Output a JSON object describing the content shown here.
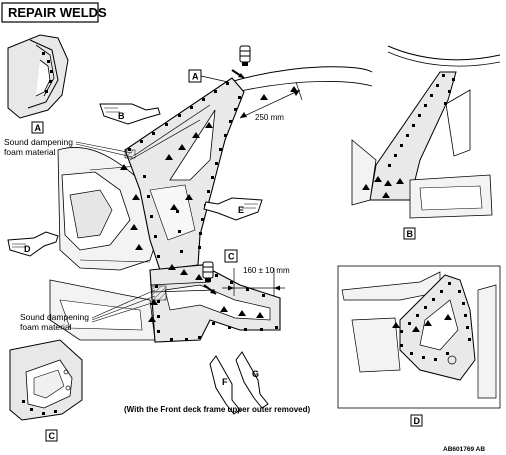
{
  "title": "REPAIR WELDS",
  "labels": {
    "foam_top": [
      "Sound dampening",
      "foam material"
    ],
    "foam_bottom": [
      "Sound dampening",
      "foam material"
    ],
    "dim_upper": "250 mm",
    "dim_lower": "160 ± 10 mm",
    "caption": "(With the Front deck frame upper outer removed)",
    "reference": "AB601769 AB"
  },
  "view_labels": {
    "a_main": "A",
    "a_inset": "A",
    "b_hand": "B",
    "b_inset": "B",
    "c_main": "C",
    "c_inset": "C",
    "d_hand": "D",
    "d_inset": "D",
    "e_hand": "E",
    "f_hand": "F",
    "g_hand": "G"
  }
}
